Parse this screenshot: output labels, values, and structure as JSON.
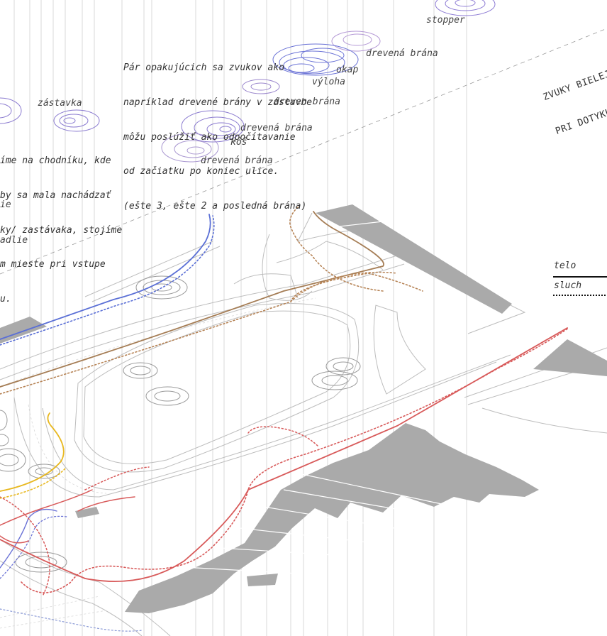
{
  "paragraphs": {
    "gates": [
      "Pár opakujúcich sa zvukov ako",
      "napríklad drevené brány v zástavbe",
      "môžu poslúžiť ako odpočítavanie",
      "od začiatku po koniec ulice.",
      "(ešte 3, ešte 2 a posledná brána)"
    ],
    "sidewalk": [
      "íme na chodníku, kde",
      "by sa mala nachádzať",
      "ky/ zastávaka, stojíme",
      "m mieste pri vstupe",
      "u."
    ],
    "white_sounds": [
      "ZVUKY BIELEJ P",
      "PRI DOTYKU S I"
    ]
  },
  "fragments": {
    "left_1": "ie",
    "left_2": "adlie"
  },
  "sound_labels": {
    "stopper": "stopper",
    "gate_top": "drevená brána",
    "okap": "okap",
    "vyloha": "výloha",
    "gate_mid": "dreven brána",
    "stop": "zástavka",
    "gate_upper": "drevená brána",
    "bin": "kôš",
    "gate_lower": "drevená brána"
  },
  "legend": {
    "body": "telo",
    "hearing": "sluch"
  },
  "colors": {
    "blue": "#5a6fd6",
    "purple": "#9a86cc",
    "brown": "#a57d55",
    "red": "#d85a5a",
    "yellow": "#e8b820",
    "building": "#aaaaaa",
    "context": "#bdbdbd"
  }
}
